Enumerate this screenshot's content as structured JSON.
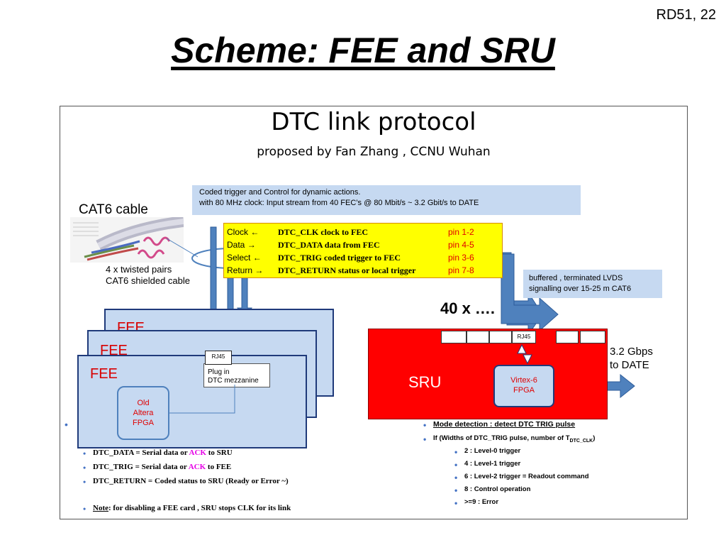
{
  "slide": {
    "number": "RD51, 22",
    "title": "Scheme: FEE and SRU"
  },
  "figure": {
    "title": "DTC  link protocol",
    "subtitle": "proposed by Fan Zhang , CCNU Wuhan",
    "coded_box": {
      "line1": "Coded trigger and Control for dynamic actions.",
      "line2": "with  80 MHz clock: Input  stream from  40 FEC’s @  80  Mbit/s  ~ 3.2 Gbit/s to DATE"
    },
    "cable_label": "CAT6 cable",
    "pairs_label": {
      "line1": "4 x twisted pairs",
      "line2": "CAT6  shielded cable"
    },
    "signals": [
      {
        "name": "Clock",
        "arrow": "←",
        "desc": "DTC_CLK  clock to FEC",
        "pin": "pin 1-2"
      },
      {
        "name": "Data",
        "arrow": "→",
        "desc": "DTC_DATA  data from FEC",
        "pin": "pin 4-5"
      },
      {
        "name": "Select",
        "arrow": "←",
        "desc": "DTC_TRIG coded trigger to FEC",
        "pin": "pin 3-6"
      },
      {
        "name": "Return",
        "arrow": "→",
        "desc": "DTC_RETURN status or local trigger",
        "pin": "pin 7-8"
      }
    ],
    "lvds_box": {
      "line1": "buffered , terminated LVDS",
      "line2": "signalling over 15-25 m  CAT6"
    },
    "count_label": "40 x ….",
    "fee": {
      "label": "FEE",
      "rj45": "RJ45",
      "mezzanine_line1": "Plug in",
      "mezzanine_line2": "DTC mezzanine",
      "fpga_line1": "Old",
      "fpga_line2": "Altera",
      "fpga_line3": "FPGA"
    },
    "sru": {
      "label": "SRU",
      "rj45": "RJ45",
      "fpga_line1": "Virtex-6",
      "fpga_line2": "FPGA",
      "date_line1": "3.2 Gbps",
      "date_line2": "to DATE"
    },
    "legend_left": [
      {
        "pre": "DTC_DATA = Serial data or ",
        "ack": "ACK",
        "post": " to SRU"
      },
      {
        "pre": "DTC_TRIG = Serial data or ",
        "ack": "ACK",
        "post": " to FEE"
      },
      {
        "pre": "DTC_RETURN = Coded status to SRU   (Ready or Error ~)",
        "ack": "",
        "post": ""
      }
    ],
    "note": {
      "label": "Note",
      "text": ": for disabling a FEE card , SRU stops CLK  for its link"
    },
    "mode": {
      "heading": "Mode detection : detect DTC  TRIG pulse",
      "widths_pre": "If (Widths of DTC_TRIG pulse, number of T",
      "widths_sub": "DTC_CLK",
      "widths_post": ")",
      "items": [
        "2 : Level-0 trigger",
        "4 : Level-1 trigger",
        "6 : Level-2  trigger = Readout command",
        "8 : Control operation",
        ">=9 : Error"
      ]
    }
  },
  "colors": {
    "arrow_blue": "#4f81bd",
    "panel_blue": "#c6d9f1",
    "sru_red": "#ff0000",
    "highlight_yellow": "#ffff00",
    "pin_red": "#e00000",
    "ack_magenta": "#e600e6"
  }
}
